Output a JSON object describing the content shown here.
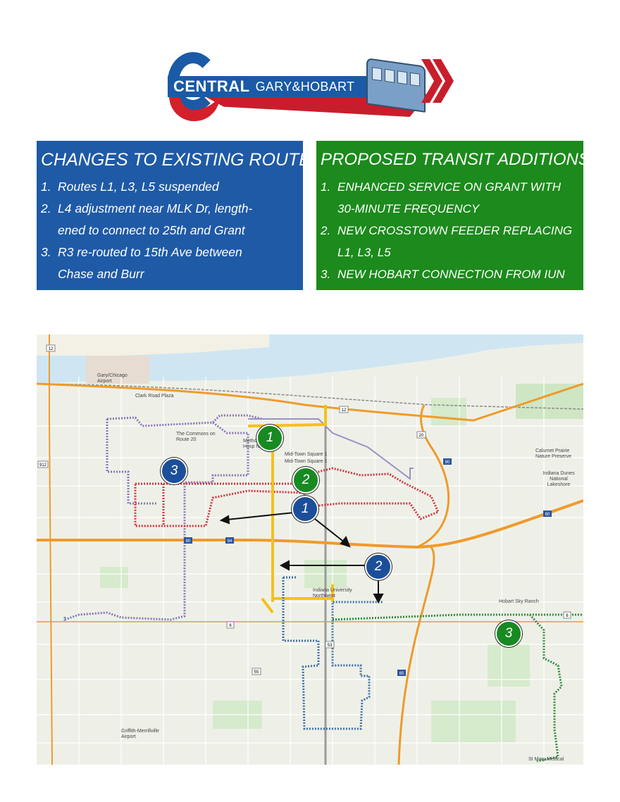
{
  "logo": {
    "central": "CENTRAL",
    "gary_hobart": "GARY&HOBART",
    "colors": {
      "blue": "#1a5aa6",
      "red": "#c81e2c"
    }
  },
  "changes_panel": {
    "title": "CHANGES TO EXISTING ROUTES",
    "items": [
      {
        "num": "1.",
        "line1": "Routes L1, L3, L5 suspended"
      },
      {
        "num": "2.",
        "line1": "L4 adjustment near MLK Dr, length-",
        "line2": "ened to connect to 25th and Grant"
      },
      {
        "num": "3.",
        "line1": "R3 re-routed to 15th Ave between",
        "line2": "Chase and Burr"
      }
    ],
    "color": "#1f5aa6"
  },
  "additions_panel": {
    "title": "PROPOSED TRANSIT ADDITIONS",
    "items": [
      {
        "num": "1.",
        "line1": "ENHANCED SERVICE ON GRANT WITH",
        "line2": "30-MINUTE FREQUENCY"
      },
      {
        "num": "2.",
        "line1": "NEW CROSSTOWN FEEDER REPLACING",
        "line2": "L1, L3, L5"
      },
      {
        "num": "3.",
        "line1": "NEW HOBART CONNECTION FROM IUN"
      }
    ],
    "color": "#1c8a1c"
  },
  "map": {
    "markers": {
      "green_1": "1",
      "green_2": "2",
      "green_3": "3",
      "blue_1": "1",
      "blue_2": "2",
      "blue_3": "3"
    },
    "places": {
      "airport": "Gary/Chicago Airport",
      "clark_road": "Clark Road Plaza",
      "commons": "The Commons on Route 20",
      "methodist": "Methodist Hosp North",
      "midtown1": "Mid-Town Square 1",
      "midtown2": "Mid-Town Square 1",
      "calumet": "Calumet Prairie Nature Preserve",
      "dunes": "Indiana Dunes National Lakeshore",
      "iun": "Indiana University Northwest",
      "hobart_sky": "Hobart Sky Ranch",
      "griffith": "Griffith-Merrillville Airport",
      "st_mary": "St Mary Medical"
    },
    "shields": {
      "us12_west": "12",
      "us12_mid": "12",
      "us20": "20",
      "i90": "90",
      "i80_west": "80",
      "i94": "94",
      "i80_east": "80",
      "s912": "912",
      "us6_west": "6",
      "us6_east": "6",
      "us53": "53",
      "s55": "55",
      "i65": "65"
    },
    "route_colors": {
      "purple": "#8a74b8",
      "red": "#d0343c",
      "yellow": "#f2c21a",
      "blue": "#3f6fa8",
      "green": "#2e8b3a",
      "highway": "#f09a2a"
    }
  }
}
